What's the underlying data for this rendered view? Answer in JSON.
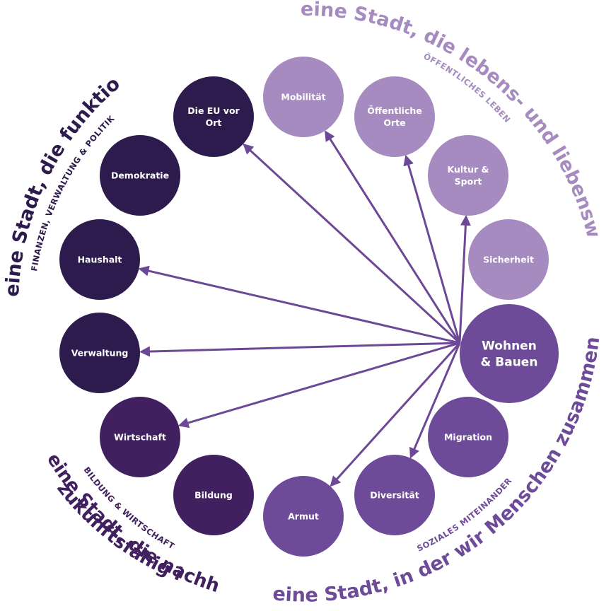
{
  "colors": {
    "governance": "#2e1b4e",
    "education": "#41205f",
    "public_life": "#a58bbf",
    "social": "#6e4b99",
    "arrow": "#6c4896"
  },
  "center_node": {
    "id": "wohnen",
    "lines": [
      "Wohnen",
      "& Bauen"
    ],
    "group": "social"
  },
  "nodes": [
    {
      "id": "eu",
      "lines": [
        "Die EU vor",
        "Ort"
      ],
      "group": "governance",
      "arrow": true
    },
    {
      "id": "demokratie",
      "lines": [
        "Demokratie"
      ],
      "group": "governance",
      "arrow": false
    },
    {
      "id": "haushalt",
      "lines": [
        "Haushalt"
      ],
      "group": "governance",
      "arrow": true
    },
    {
      "id": "verwaltung",
      "lines": [
        "Verwaltung"
      ],
      "group": "governance",
      "arrow": true
    },
    {
      "id": "wirtschaft",
      "lines": [
        "Wirtschaft"
      ],
      "group": "education",
      "arrow": true
    },
    {
      "id": "bildung",
      "lines": [
        "Bildung"
      ],
      "group": "education",
      "arrow": false
    },
    {
      "id": "mobilitaet",
      "lines": [
        "Mobilität"
      ],
      "group": "public_life",
      "arrow": true
    },
    {
      "id": "oeffentliche-orte",
      "lines": [
        "Öffentliche",
        "Orte"
      ],
      "group": "public_life",
      "arrow": true
    },
    {
      "id": "kultur-sport",
      "lines": [
        "Kultur &",
        "Sport"
      ],
      "group": "public_life",
      "arrow": true
    },
    {
      "id": "sicherheit",
      "lines": [
        "Sicherheit"
      ],
      "group": "public_life",
      "arrow": false
    },
    {
      "id": "migration",
      "lines": [
        "Migration"
      ],
      "group": "social",
      "arrow": false
    },
    {
      "id": "diversitaet",
      "lines": [
        "Diversität"
      ],
      "group": "social",
      "arrow": true
    },
    {
      "id": "armut",
      "lines": [
        "Armut"
      ],
      "group": "social",
      "arrow": true
    }
  ],
  "sections": {
    "public_life": {
      "headline": "eine Stadt, die lebens- und liebenswert ist",
      "subline": "ÖFFENTLICHES LEBEN"
    },
    "governance": {
      "headline": "eine Stadt, die funktioniert",
      "subline": "FINANZEN, VERWALTUNG & POLITIK"
    },
    "education": {
      "headline_1": "eine Stadt, die nachhaltig",
      "headline_2": "zukunftsfähig ist",
      "subline": "BILDUNG & WIRTSCHAFT"
    },
    "social": {
      "headline": "eine Stadt, in der wir Menschen zusammenstehen",
      "subline": "SOZIALES MITEINANDER"
    }
  }
}
